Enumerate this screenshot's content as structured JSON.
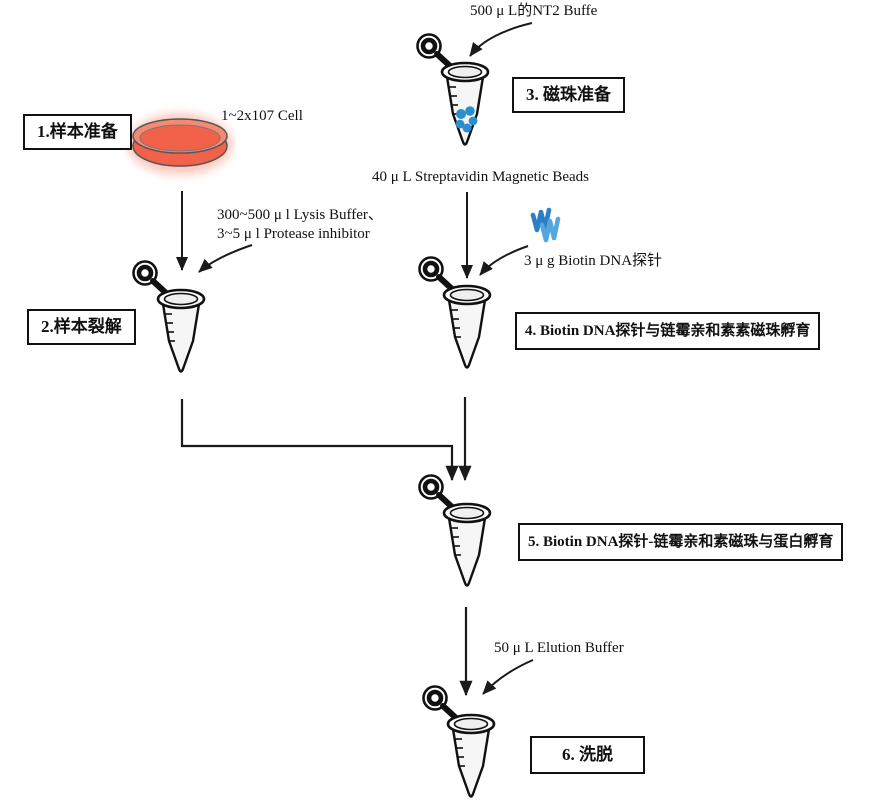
{
  "steps": [
    {
      "label": "1.样本准备"
    },
    {
      "label": "2.样本裂解"
    },
    {
      "label": "3. 磁珠准备"
    },
    {
      "label": "4. Biotin DNA探针与链霉亲和素素磁珠孵育"
    },
    {
      "label": "5. Biotin DNA探针-链霉亲和素磁珠与蛋白孵育"
    },
    {
      "label": "6. 洗脱"
    }
  ],
  "annotations": {
    "nt2_buffer": "500 μ L的NT2 Buffe",
    "cell_count": "1~2x107 Cell",
    "streptavidin_beads": "40 μ L Streptavidin Magnetic Beads",
    "lysis_line1": "300~500 μ l Lysis Buffer、",
    "lysis_line2": "3~5 μ l Protease inhibitor",
    "biotin_probe": "3 μ g Biotin DNA探针",
    "elution_buffer": "50 μ L Elution Buffer"
  },
  "colors": {
    "line": "#1a1a1a",
    "dish_fill": "#f2614a",
    "dish_rim": "#f58a74",
    "dish_glow": "#f37a60",
    "bead_blue": "#2d8ecf",
    "probe_dark": "#2b7fc4",
    "probe_light": "#54a7de"
  }
}
